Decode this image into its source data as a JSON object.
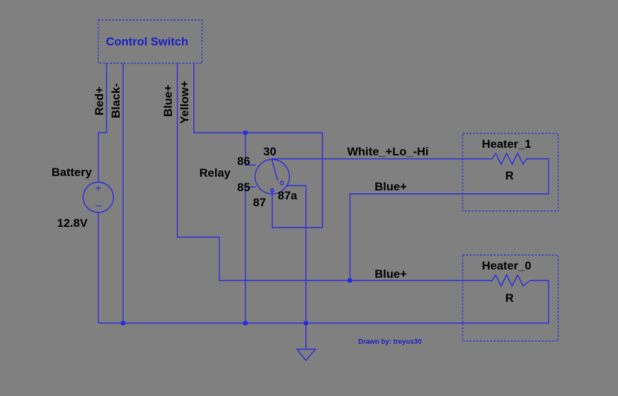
{
  "colors": {
    "background": "#808080",
    "wire": "#2a2adf",
    "label": "#000000",
    "title_label": "#1c1cc8"
  },
  "control_switch": {
    "label": "Control Switch"
  },
  "switch_wires": {
    "red": "Red+",
    "black": "Black-",
    "blue": "Blue+",
    "yellow": "Yellow+"
  },
  "battery": {
    "name": "Battery",
    "value": "12.8V",
    "plus": "+",
    "minus": "−"
  },
  "relay": {
    "name": "Relay",
    "pin_86": "86",
    "pin_85": "85",
    "pin_30": "30",
    "pin_87": "87",
    "pin_87a": "87a"
  },
  "wires": {
    "white": "White_+Lo_-Hi",
    "blue_upper": "Blue+",
    "blue_lower": "Blue+"
  },
  "heater_1": {
    "name": "Heater_1",
    "value": "R"
  },
  "heater_0": {
    "name": "Heater_0",
    "value": "R"
  },
  "credit": "Drawn by: treyus30",
  "icons": {
    "ground": "ground-icon",
    "battery": "battery-icon",
    "resistor": "resistor-icon"
  }
}
